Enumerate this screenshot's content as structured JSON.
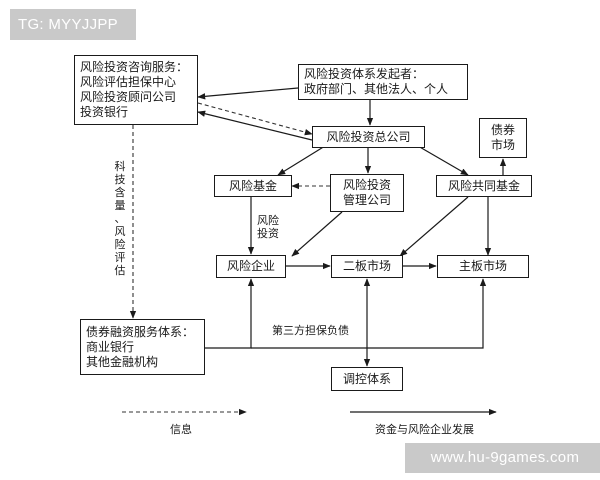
{
  "watermarks": {
    "top": "TG: MYYJJPP",
    "bottom": "www.hu-9games.com"
  },
  "nodes": {
    "consulting": "风险投资咨询服务：\n风险评估担保中心\n风险投资顾问公司\n投资银行",
    "initiator": "风险投资体系发起者：\n政府部门、其他法人、个人",
    "hq": "风险投资总公司",
    "bond_market": "债券\n市场",
    "fund": "风险基金",
    "mgmt": "风险投资\n管理公司",
    "joint_fund": "风险共同基金",
    "enterprise": "风险企业",
    "second_board": "二板市场",
    "main_board": "主板市场",
    "bond_finance": "债券融资服务体系：\n商业银行\n其他金融机构",
    "regulation": "调控体系"
  },
  "labels": {
    "tech_risk": "科\n技\n含\n量\n、\n风\n险\n评\n估",
    "risk_investment": "风险\n投资",
    "third_party": "第三方担保负债"
  },
  "legend": {
    "info": "信息",
    "capital": "资金与风险企业发展"
  },
  "colors": {
    "line": "#1a1a1a",
    "dashed": "#333333",
    "watermark_bg": "#c9c9c9"
  }
}
